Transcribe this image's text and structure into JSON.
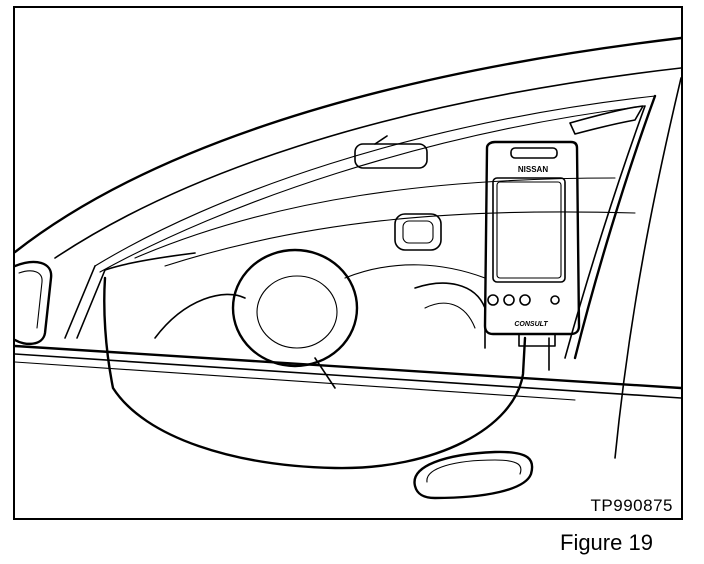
{
  "figure": {
    "reference_code": "TP990875",
    "caption": "Figure 19"
  },
  "device": {
    "brand_label": "NISSAN",
    "footer_label": "CONSULT"
  }
}
